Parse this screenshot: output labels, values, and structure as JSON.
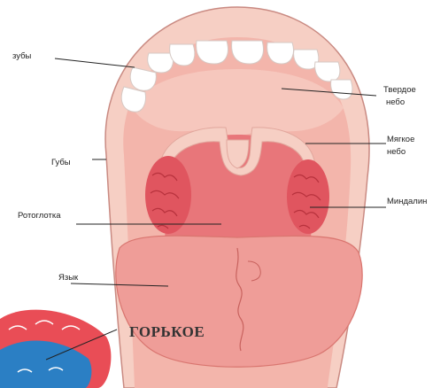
{
  "labels": {
    "teeth": "зубы",
    "lips": "Губы",
    "oropharynx": "Ротоглотка",
    "tongue": "Язык",
    "hard_palate_1": "Твердое",
    "hard_palate_2": "небо",
    "soft_palate_1": "Мягкое",
    "soft_palate_2": "небо",
    "tonsils": "Миндалин"
  },
  "taste_zone_label": "ГОРЬКОЕ",
  "colors": {
    "lip": "#f6cfc4",
    "lip_stroke": "#c98a82",
    "mouth_cavity": "#f3b5ab",
    "palate": "#f6c7bd",
    "throat": "#e8767a",
    "tonsil": "#e0555f",
    "tongue": "#ef9d98",
    "teeth": "#ffffff",
    "bitter_zone": "#2b7fc4",
    "tongue_inset": "#e94d56"
  }
}
